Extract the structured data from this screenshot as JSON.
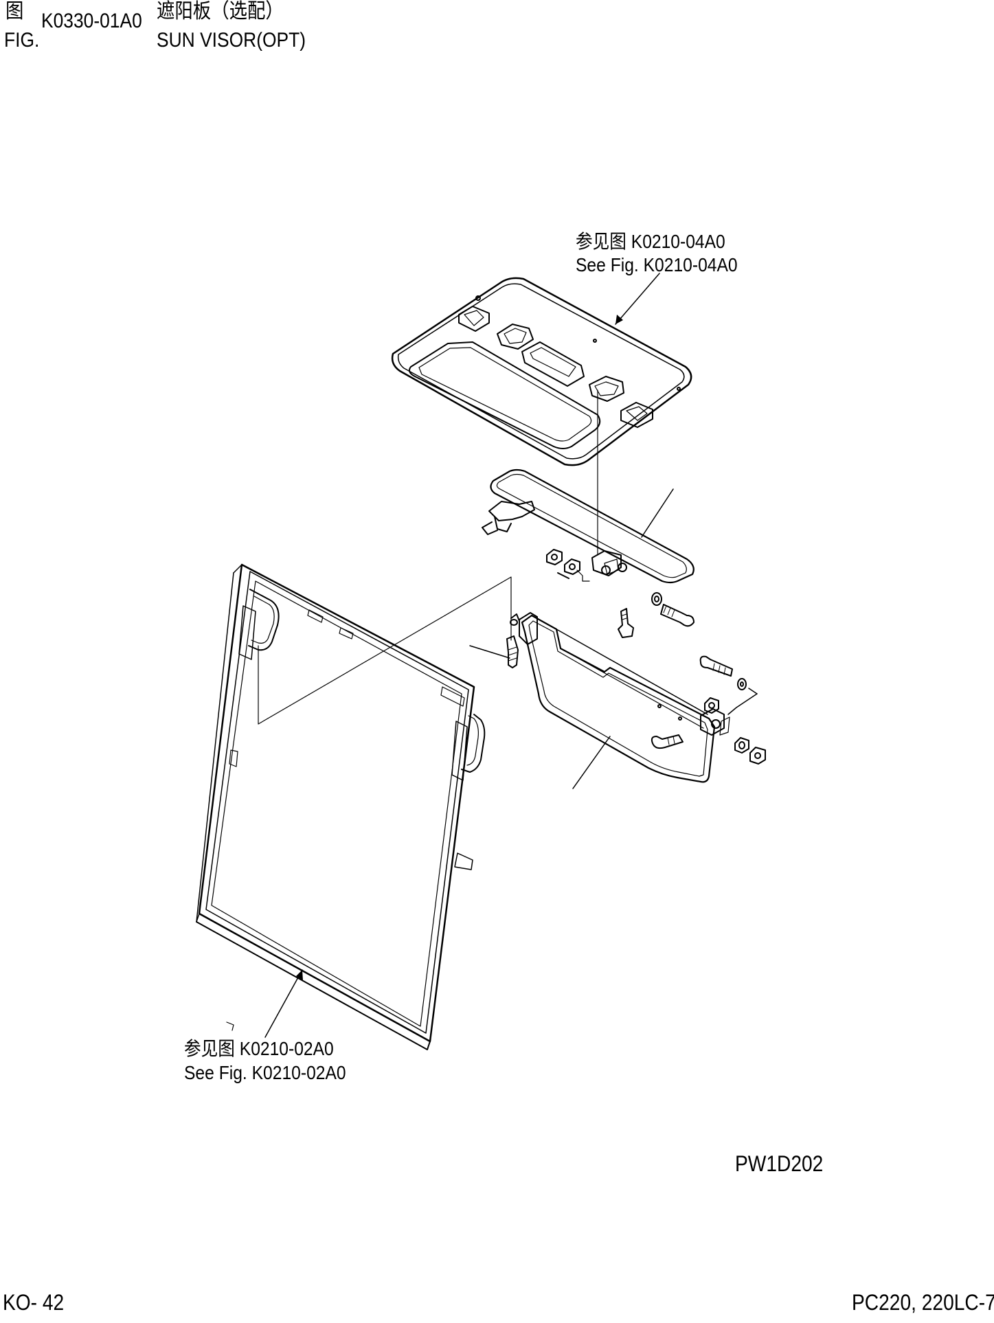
{
  "header": {
    "fig_label_cn": "图",
    "fig_label_en": "FIG.",
    "fig_code": "K0330-01A0",
    "title_cn": "遮阳板（选配）",
    "title_en": "SUN VISOR(OPT)"
  },
  "references": {
    "upper": {
      "cn": "参见图 K0210-04A0",
      "en": "See Fig. K0210-04A0"
    },
    "lower": {
      "cn": "参见图 K0210-02A0",
      "en": "See Fig. K0210-02A0"
    }
  },
  "drawing_number": "PW1D202",
  "footer": {
    "page": "KO- 42",
    "model": "PC220, 220LC-7"
  },
  "style": {
    "line_color": "#000000",
    "background": "#ffffff"
  }
}
